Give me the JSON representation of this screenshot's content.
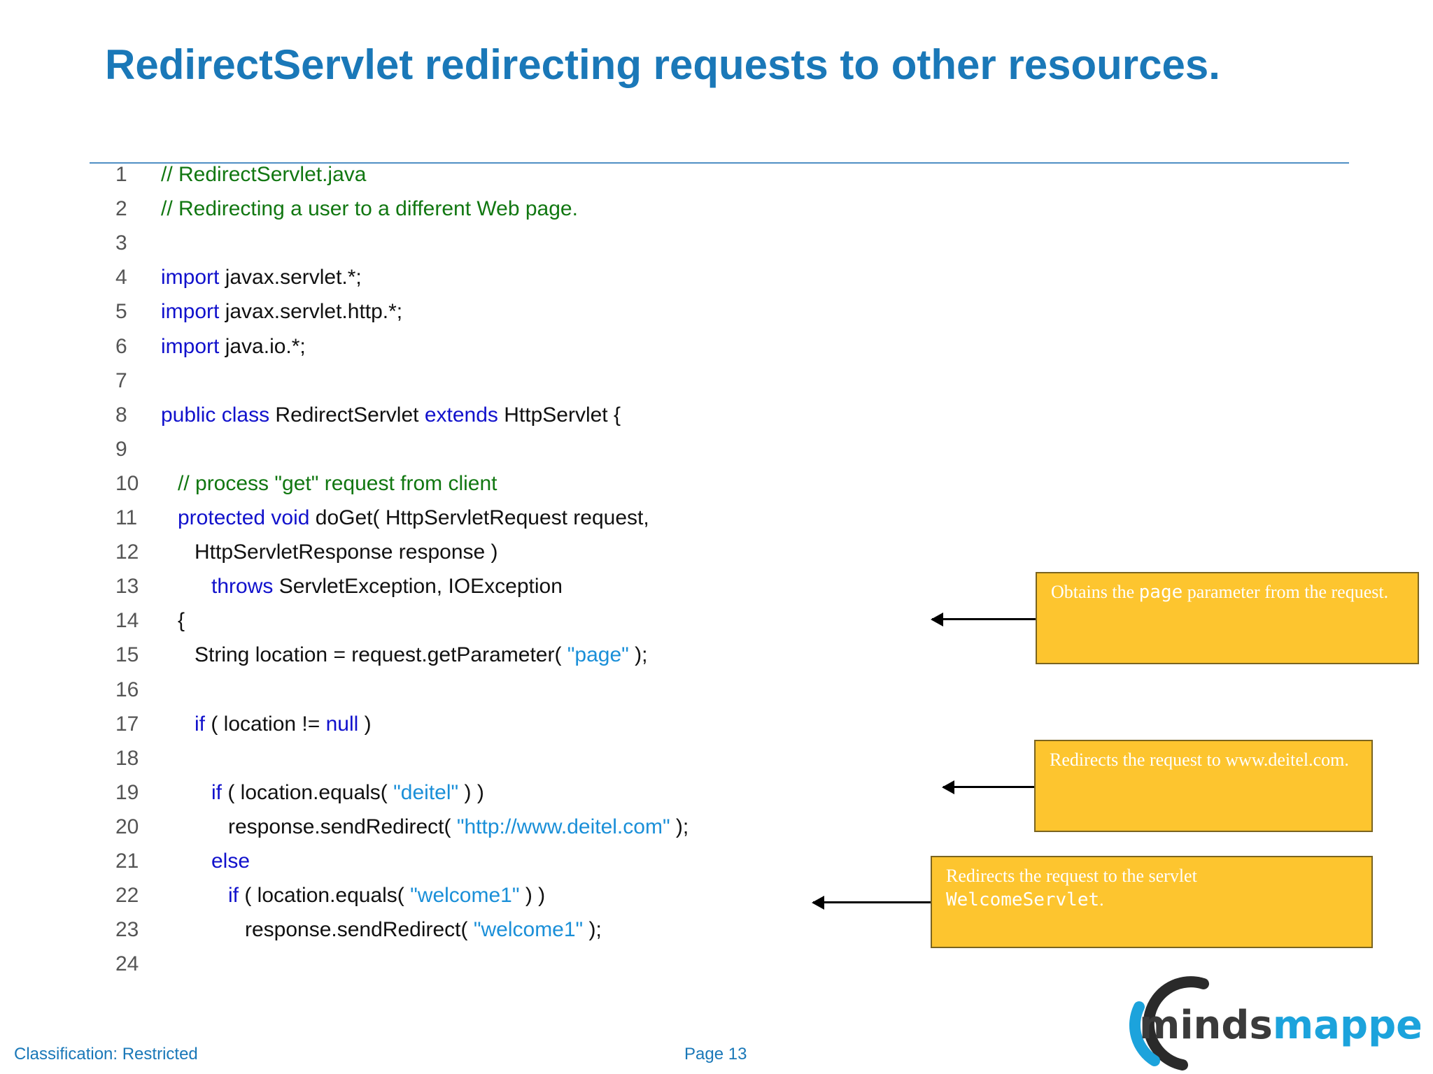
{
  "slide": {
    "title": "RedirectServlet redirecting requests to other resources.",
    "page_label": "Page 13",
    "classification": "Classification: Restricted"
  },
  "code_lines": [
    {
      "num": "1",
      "indent": 0,
      "parts": [
        {
          "t": "// RedirectServlet.java",
          "k": "c"
        }
      ]
    },
    {
      "num": "2",
      "indent": 0,
      "parts": [
        {
          "t": "// Redirecting a user to a different Web page.",
          "k": "c"
        }
      ]
    },
    {
      "num": "3",
      "indent": 0,
      "parts": []
    },
    {
      "num": "4",
      "indent": 0,
      "parts": [
        {
          "t": "import",
          "k": "k"
        },
        {
          "t": " javax.servlet.*;",
          "k": ""
        }
      ]
    },
    {
      "num": "5",
      "indent": 0,
      "parts": [
        {
          "t": "import",
          "k": "k"
        },
        {
          "t": " javax.servlet.http.*;",
          "k": ""
        }
      ]
    },
    {
      "num": "6",
      "indent": 0,
      "parts": [
        {
          "t": "import",
          "k": "k"
        },
        {
          "t": " java.io.*;",
          "k": ""
        }
      ]
    },
    {
      "num": "7",
      "indent": 0,
      "parts": []
    },
    {
      "num": "8",
      "indent": 0,
      "parts": [
        {
          "t": "public class",
          "k": "k"
        },
        {
          "t": " RedirectServlet ",
          "k": ""
        },
        {
          "t": "extends",
          "k": "k"
        },
        {
          "t": " HttpServlet {",
          "k": ""
        }
      ]
    },
    {
      "num": "9",
      "indent": 0,
      "parts": []
    },
    {
      "num": "10",
      "indent": 1,
      "parts": [
        {
          "t": "// process \"get\" request from client",
          "k": "c"
        }
      ]
    },
    {
      "num": "11",
      "indent": 1,
      "parts": [
        {
          "t": "protected void",
          "k": "k"
        },
        {
          "t": " doGet( HttpServletRequest request,",
          "k": ""
        }
      ]
    },
    {
      "num": "12",
      "indent": 2,
      "parts": [
        {
          "t": "HttpServletResponse response )",
          "k": ""
        }
      ]
    },
    {
      "num": "13",
      "indent": 3,
      "parts": [
        {
          "t": "throws",
          "k": "k"
        },
        {
          "t": " ServletException, IOException",
          "k": ""
        }
      ]
    },
    {
      "num": "14",
      "indent": 1,
      "parts": [
        {
          "t": "{",
          "k": ""
        }
      ]
    },
    {
      "num": "15",
      "indent": 2,
      "parts": [
        {
          "t": "String location = request.getParameter( ",
          "k": ""
        },
        {
          "t": "\"page\"",
          "k": "s"
        },
        {
          "t": " );",
          "k": ""
        }
      ]
    },
    {
      "num": "16",
      "indent": 0,
      "parts": []
    },
    {
      "num": "17",
      "indent": 2,
      "parts": [
        {
          "t": "if",
          "k": "k"
        },
        {
          "t": " ( location != ",
          "k": ""
        },
        {
          "t": "null",
          "k": "k"
        },
        {
          "t": " )",
          "k": ""
        }
      ]
    },
    {
      "num": "18",
      "indent": 0,
      "parts": []
    },
    {
      "num": "19",
      "indent": 3,
      "parts": [
        {
          "t": "if",
          "k": "k"
        },
        {
          "t": " ( location.equals( ",
          "k": ""
        },
        {
          "t": "\"deitel\"",
          "k": "s"
        },
        {
          "t": " ) )",
          "k": ""
        }
      ]
    },
    {
      "num": "20",
      "indent": 4,
      "parts": [
        {
          "t": "response.sendRedirect( ",
          "k": ""
        },
        {
          "t": "\"http://www.deitel.com\"",
          "k": "s"
        },
        {
          "t": " );",
          "k": ""
        }
      ]
    },
    {
      "num": "21",
      "indent": 3,
      "parts": [
        {
          "t": "else",
          "k": "k"
        }
      ]
    },
    {
      "num": "22",
      "indent": 4,
      "parts": [
        {
          "t": "if",
          "k": "k"
        },
        {
          "t": " ( location.equals( ",
          "k": ""
        },
        {
          "t": "\"welcome1\"",
          "k": "s"
        },
        {
          "t": " ) )",
          "k": ""
        }
      ]
    },
    {
      "num": "23",
      "indent": 5,
      "parts": [
        {
          "t": "response.sendRedirect( ",
          "k": ""
        },
        {
          "t": "\"welcome1\"",
          "k": "s"
        },
        {
          "t": " );",
          "k": ""
        }
      ]
    },
    {
      "num": "24",
      "indent": 0,
      "parts": []
    }
  ],
  "callouts": [
    {
      "pre": "Obtains the ",
      "code": "page",
      "post": " parameter from the request."
    },
    {
      "pre": "Redirects the request to www.deitel.com.",
      "code": "",
      "post": ""
    },
    {
      "pre": "Redirects the request to the servlet ",
      "code": "WelcomeServlet",
      "post": "."
    }
  ],
  "logo": {
    "text_dark": "minds",
    "text_light": "mapped",
    "icon": "mindsmapped-ring-logo"
  },
  "colors": {
    "title": "#1a78b8",
    "comment": "#117711",
    "keyword": "#1111cc",
    "string": "#1a8fd8",
    "callout_bg": "#fdc52f"
  }
}
